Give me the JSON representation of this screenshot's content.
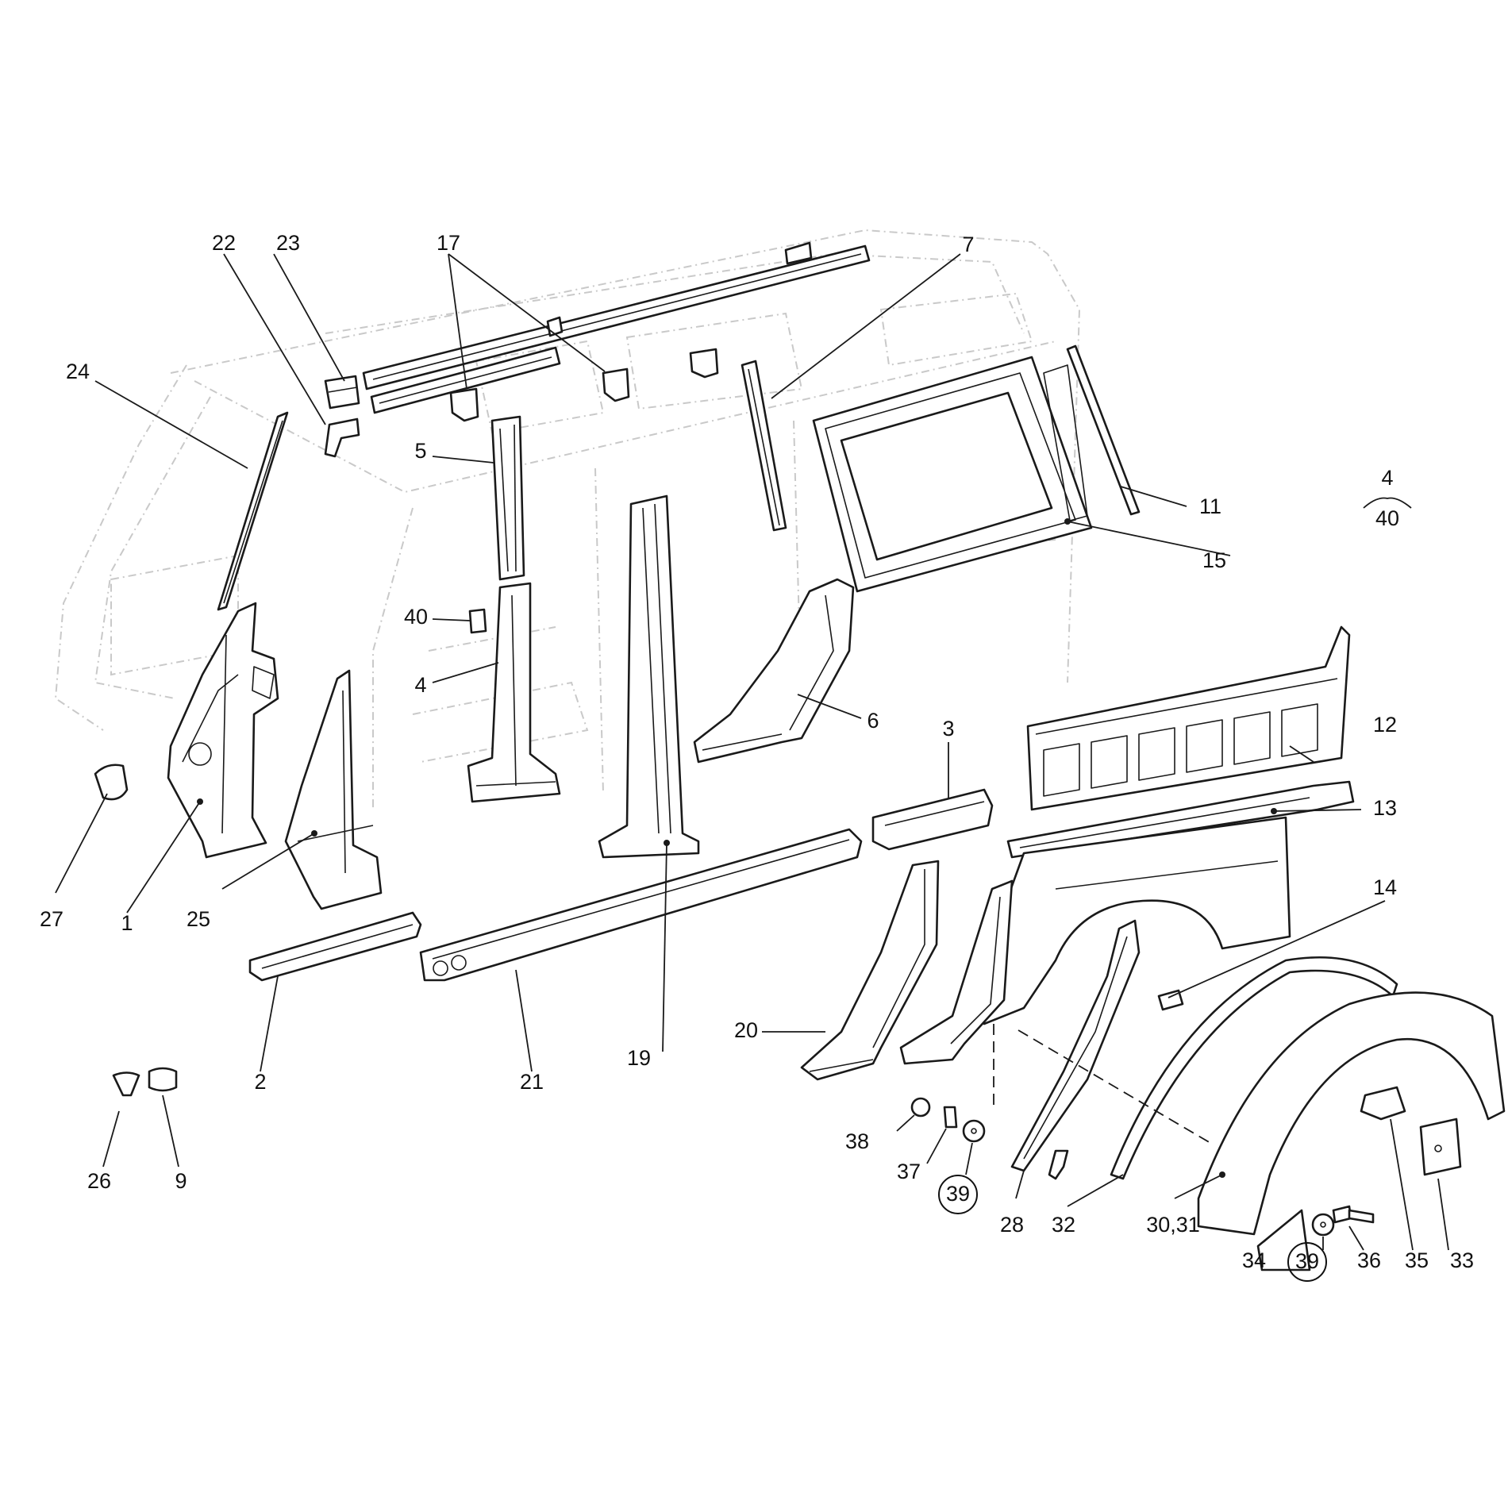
{
  "callouts": {
    "c1": "1",
    "c2": "2",
    "c3": "3",
    "c4": "4",
    "c5": "5",
    "c6": "6",
    "c7": "7",
    "c9": "9",
    "c11": "11",
    "c12": "12",
    "c13": "13",
    "c14": "14",
    "c15": "15",
    "c17": "17",
    "c19": "19",
    "c20": "20",
    "c21": "21",
    "c22": "22",
    "c23": "23",
    "c24": "24",
    "c25": "25",
    "c26": "26",
    "c27": "27",
    "c28": "28",
    "c30_31": "30,31",
    "c32": "32",
    "c33": "33",
    "c34": "34",
    "c35": "35",
    "c36": "36",
    "c37": "37",
    "c38": "38",
    "c39a": "39",
    "c39b": "39",
    "c40": "40"
  },
  "note": {
    "top": "4",
    "bottom": "40"
  }
}
